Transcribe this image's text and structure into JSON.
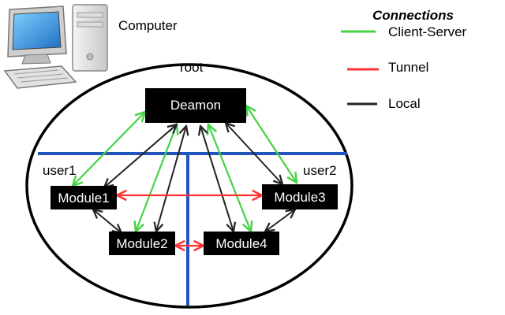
{
  "computer_label": "Computer",
  "root_label": "root",
  "zones": {
    "user1": "user1",
    "user2": "user2"
  },
  "nodes": {
    "daemon": "Deamon",
    "module1": "Module1",
    "module2": "Module2",
    "module3": "Module3",
    "module4": "Module4"
  },
  "legend": {
    "title": "Connections",
    "items": [
      {
        "label": "Client-Server",
        "color": "#44d444"
      },
      {
        "label": "Tunnel",
        "color": "#ff3333"
      },
      {
        "label": "Local",
        "color": "#222222"
      }
    ]
  },
  "colors": {
    "ellipse_stroke": "#000000",
    "divider": "#2255bb",
    "node_fill": "#000000",
    "node_text": "#ffffff"
  },
  "icons": [
    "computer-icon"
  ]
}
